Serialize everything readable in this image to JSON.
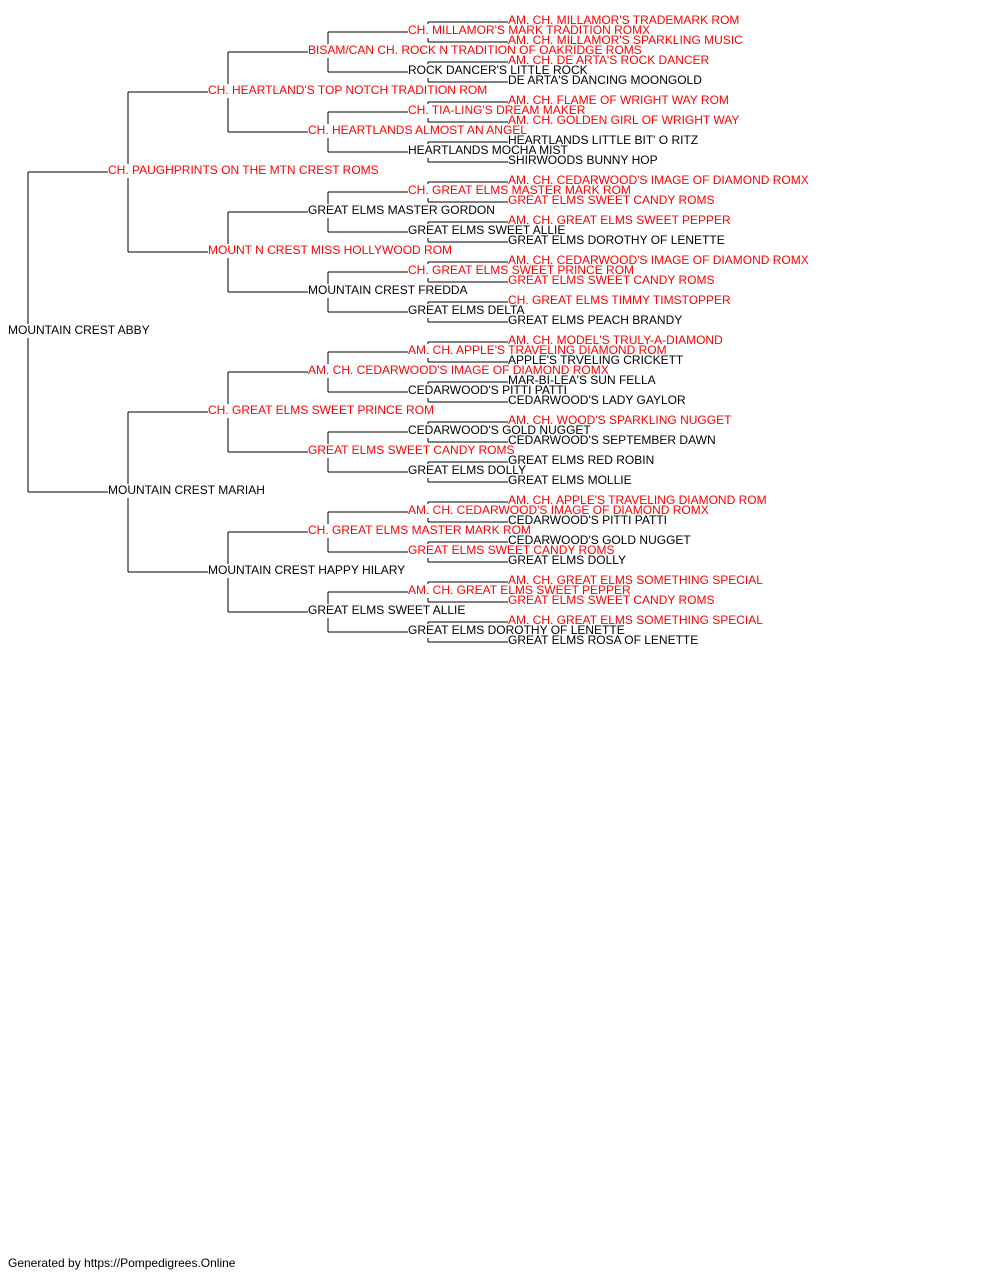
{
  "colors": {
    "champion": "#ff0000",
    "normal": "#000000",
    "line": "#000000"
  },
  "footer": "Generated by https://Pompedigrees.Online",
  "root": {
    "name": "MOUNTAIN CREST ABBY",
    "champion": false,
    "sire": {
      "name": "CH. PAUGHPRINTS ON THE MTN CREST ROMS",
      "champion": true,
      "sire": {
        "name": "CH. HEARTLAND'S TOP NOTCH TRADITION ROM",
        "champion": true,
        "sire": {
          "name": "BISAM/CAN CH. ROCK N TRADITION OF OAKRIDGE ROMS",
          "champion": true,
          "sire": {
            "name": "CH. MILLAMOR'S MARK TRADITION ROMX",
            "champion": true,
            "sire": {
              "name": "AM. CH. MILLAMOR'S TRADEMARK ROM",
              "champion": true
            },
            "dam": {
              "name": "AM. CH. MILLAMOR'S SPARKLING MUSIC",
              "champion": true
            }
          },
          "dam": {
            "name": "ROCK DANCER'S LITTLE ROCK",
            "champion": false,
            "sire": {
              "name": "AM. CH. DE ARTA'S ROCK DANCER",
              "champion": true
            },
            "dam": {
              "name": "DE ARTA'S DANCING MOONGOLD",
              "champion": false
            }
          }
        },
        "dam": {
          "name": "CH. HEARTLANDS ALMOST AN ANGEL",
          "champion": true,
          "sire": {
            "name": "CH. TIA-LING'S DREAM MAKER",
            "champion": true,
            "sire": {
              "name": "AM. CH. FLAME OF WRIGHT WAY ROM",
              "champion": true
            },
            "dam": {
              "name": "AM. CH. GOLDEN GIRL OF WRIGHT WAY",
              "champion": true
            }
          },
          "dam": {
            "name": "HEARTLANDS MOCHA MIST",
            "champion": false,
            "sire": {
              "name": "HEARTLANDS LITTLE BIT' O RITZ",
              "champion": false
            },
            "dam": {
              "name": "SHIRWOODS BUNNY HOP",
              "champion": false
            }
          }
        }
      },
      "dam": {
        "name": "MOUNT N CREST MISS HOLLYWOOD ROM",
        "champion": true,
        "sire": {
          "name": "GREAT ELMS MASTER GORDON",
          "champion": false,
          "sire": {
            "name": "CH. GREAT ELMS MASTER MARK ROM",
            "champion": true,
            "sire": {
              "name": "AM. CH. CEDARWOOD'S IMAGE OF DIAMOND ROMX",
              "champion": true
            },
            "dam": {
              "name": "GREAT ELMS SWEET CANDY ROMS",
              "champion": true
            }
          },
          "dam": {
            "name": "GREAT ELMS SWEET ALLIE",
            "champion": false,
            "sire": {
              "name": "AM. CH. GREAT ELMS SWEET PEPPER",
              "champion": true
            },
            "dam": {
              "name": "GREAT ELMS DOROTHY OF LENETTE",
              "champion": false
            }
          }
        },
        "dam": {
          "name": "MOUNTAIN CREST FREDDA",
          "champion": false,
          "sire": {
            "name": "CH. GREAT ELMS SWEET PRINCE ROM",
            "champion": true,
            "sire": {
              "name": "AM. CH. CEDARWOOD'S IMAGE OF DIAMOND ROMX",
              "champion": true
            },
            "dam": {
              "name": "GREAT ELMS SWEET CANDY ROMS",
              "champion": true
            }
          },
          "dam": {
            "name": "GREAT ELMS DELTA",
            "champion": false,
            "sire": {
              "name": "CH. GREAT ELMS TIMMY TIMSTOPPER",
              "champion": true
            },
            "dam": {
              "name": "GREAT ELMS PEACH BRANDY",
              "champion": false
            }
          }
        }
      }
    },
    "dam": {
      "name": "MOUNTAIN CREST MARIAH",
      "champion": false,
      "sire": {
        "name": "CH. GREAT ELMS SWEET PRINCE ROM",
        "champion": true,
        "sire": {
          "name": "AM. CH. CEDARWOOD'S IMAGE OF DIAMOND ROMX",
          "champion": true,
          "sire": {
            "name": "AM. CH. APPLE'S TRAVELING DIAMOND ROM",
            "champion": true,
            "sire": {
              "name": "AM. CH. MODEL'S TRULY-A-DIAMOND",
              "champion": true
            },
            "dam": {
              "name": "APPLE'S TRVELING CRICKETT",
              "champion": false
            }
          },
          "dam": {
            "name": "CEDARWOOD'S PITTI PATTI",
            "champion": false,
            "sire": {
              "name": "MAR-BI-LEA'S SUN FELLA",
              "champion": false
            },
            "dam": {
              "name": "CEDARWOOD'S LADY GAYLOR",
              "champion": false
            }
          }
        },
        "dam": {
          "name": "GREAT ELMS SWEET CANDY ROMS",
          "champion": true,
          "sire": {
            "name": "CEDARWOOD'S GOLD NUGGET",
            "champion": false,
            "sire": {
              "name": "AM. CH. WOOD'S SPARKLING NUGGET",
              "champion": true
            },
            "dam": {
              "name": "CEDARWOOD'S SEPTEMBER DAWN",
              "champion": false
            }
          },
          "dam": {
            "name": "GREAT ELMS DOLLY",
            "champion": false,
            "sire": {
              "name": "GREAT ELMS RED ROBIN",
              "champion": false
            },
            "dam": {
              "name": "GREAT ELMS MOLLIE",
              "champion": false
            }
          }
        }
      },
      "dam": {
        "name": "MOUNTAIN CREST HAPPY HILARY",
        "champion": false,
        "sire": {
          "name": "CH. GREAT ELMS MASTER MARK ROM",
          "champion": true,
          "sire": {
            "name": "AM. CH. CEDARWOOD'S IMAGE OF DIAMOND ROMX",
            "champion": true,
            "sire": {
              "name": "AM. CH. APPLE'S TRAVELING DIAMOND ROM",
              "champion": true
            },
            "dam": {
              "name": "CEDARWOOD'S PITTI PATTI",
              "champion": false
            }
          },
          "dam": {
            "name": "GREAT ELMS SWEET CANDY ROMS",
            "champion": true,
            "sire": {
              "name": "CEDARWOOD'S GOLD NUGGET",
              "champion": false
            },
            "dam": {
              "name": "GREAT ELMS DOLLY",
              "champion": false
            }
          }
        },
        "dam": {
          "name": "GREAT ELMS SWEET ALLIE",
          "champion": false,
          "sire": {
            "name": "AM. CH. GREAT ELMS SWEET PEPPER",
            "champion": true,
            "sire": {
              "name": "AM. CH. GREAT ELMS SOMETHING SPECIAL",
              "champion": true
            },
            "dam": {
              "name": "GREAT ELMS SWEET CANDY ROMS",
              "champion": true
            }
          },
          "dam": {
            "name": "GREAT ELMS DOROTHY OF LENETTE",
            "champion": false,
            "sire": {
              "name": "AM. CH. GREAT ELMS SOMETHING SPECIAL",
              "champion": true
            },
            "dam": {
              "name": "GREAT ELMS ROSA OF LENETTE",
              "champion": false
            }
          }
        }
      }
    }
  }
}
